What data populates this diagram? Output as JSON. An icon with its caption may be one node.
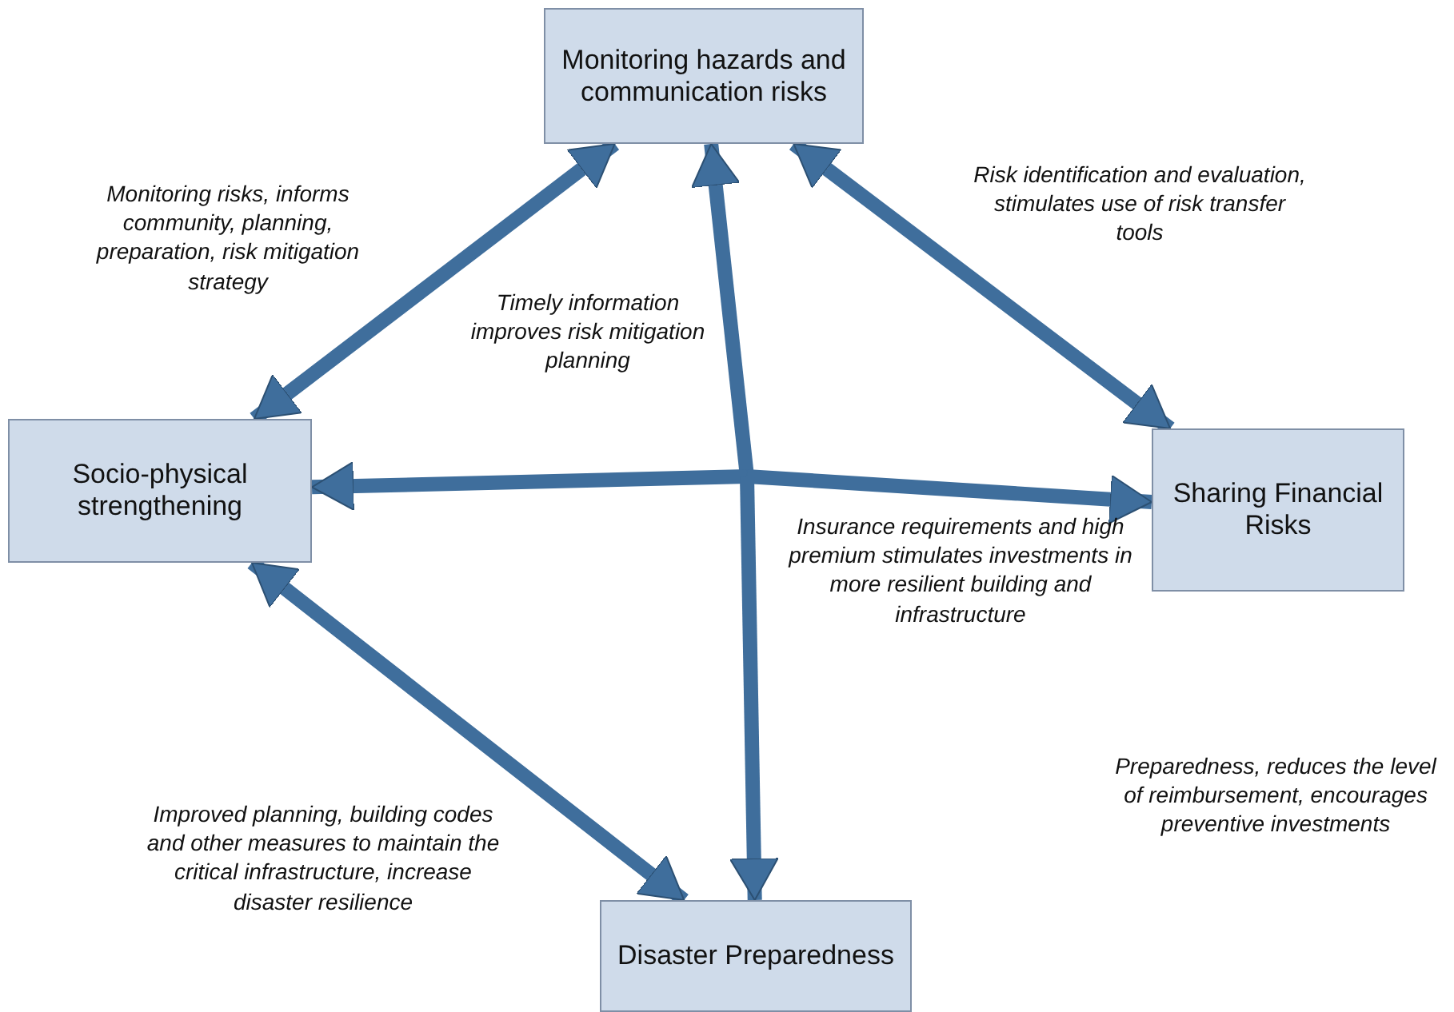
{
  "diagram": {
    "nodes": [
      {
        "text": [
          "Monitoring hazards and communication risks"
        ]
      },
      {
        "text": [
          "Socio-physical strengthening"
        ]
      },
      {
        "text": [
          "Sharing Financial Risks"
        ]
      },
      {
        "text": [
          "Disaster Preparedness"
        ]
      }
    ],
    "edges": [
      {
        "from": 0,
        "to": 1,
        "arrow": "both",
        "label": "Monitoring risks, informs community, planning, preparation, risk mitigation strategy"
      },
      {
        "from": 0,
        "to": 2,
        "arrow": "both",
        "label": "Risk identification and evaluation, stimulates use of risk transfer tools"
      },
      {
        "from": null,
        "to": 0,
        "arrow": "to",
        "label": "Timely information improves risk mitigation planning"
      },
      {
        "from": null,
        "to": 1,
        "arrow": "to"
      },
      {
        "from": null,
        "to": 2,
        "arrow": "to",
        "label": "Insurance requirements and high premium stimulates investments in more resilient building and infrastructure"
      },
      {
        "from": null,
        "to": 3,
        "arrow": "to"
      },
      {
        "from": 1,
        "to": 3,
        "arrow": "both",
        "label": "Improved planning, building codes and other measures to maintain the critical infrastructure, increase disaster resilience"
      }
    ],
    "labels": [
      "Preparedness, reduces the level of reimbursement, encourages preventive investments"
    ]
  }
}
